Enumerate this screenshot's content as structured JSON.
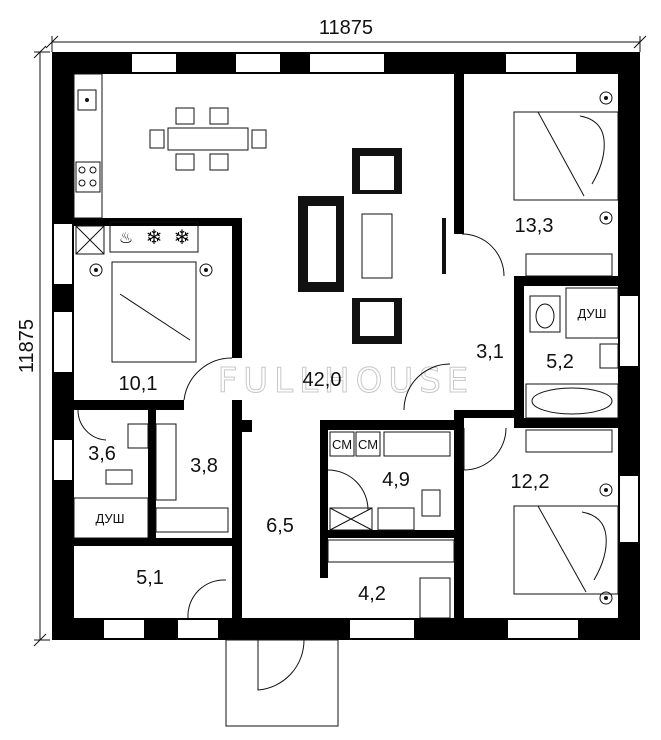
{
  "dimensions": {
    "width": "11875",
    "height": "11875"
  },
  "watermark": "FULLHOUSE",
  "rooms": [
    {
      "id": "living",
      "area": "42,0"
    },
    {
      "id": "bedroom-ne",
      "area": "13,3"
    },
    {
      "id": "hall-east",
      "area": "3,1"
    },
    {
      "id": "bath-east",
      "area": "5,2"
    },
    {
      "id": "bedroom-se",
      "area": "12,2"
    },
    {
      "id": "bedroom-w",
      "area": "10,1"
    },
    {
      "id": "bath-w",
      "area": "3,6"
    },
    {
      "id": "closet-w",
      "area": "3,8"
    },
    {
      "id": "corridor",
      "area": "6,5"
    },
    {
      "id": "utility",
      "area": "4,9"
    },
    {
      "id": "storage-s",
      "area": "4,2"
    },
    {
      "id": "entry-room",
      "area": "5,1"
    }
  ],
  "fixture_labels": {
    "shower_east": "ДУШ",
    "shower_west": "ДУШ",
    "washer_1": "СМ",
    "washer_2": "СМ"
  }
}
